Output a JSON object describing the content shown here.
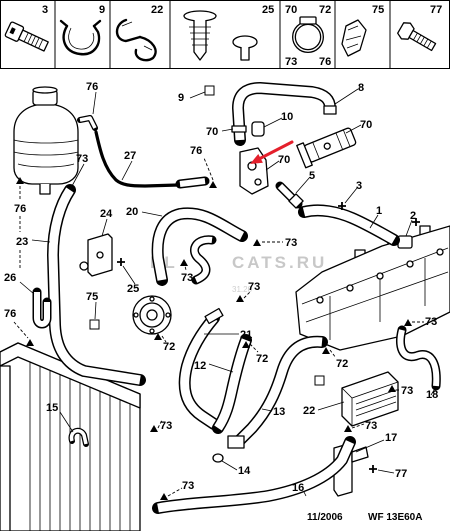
{
  "legend_strip": [
    {
      "labels": [
        "3"
      ],
      "icon": "socket-bolt-icon"
    },
    {
      "labels": [
        "9"
      ],
      "icon": "hose-clip-icon"
    },
    {
      "labels": [
        "22"
      ],
      "icon": "double-clip-icon"
    },
    {
      "labels": [
        "25"
      ],
      "icon": "push-rivet-icon"
    },
    {
      "labels": [
        "70",
        "72",
        "73",
        "76"
      ],
      "icon": "hose-clamp-icon"
    },
    {
      "labels": [
        "75"
      ],
      "icon": "spring-clip-icon"
    },
    {
      "labels": [
        "77"
      ],
      "icon": "screw-icon"
    }
  ],
  "callouts": [
    "76",
    "9",
    "8",
    "70",
    "10",
    "70",
    "73",
    "27",
    "76",
    "70",
    "5",
    "3",
    "1",
    "2",
    "76",
    "24",
    "20",
    "73",
    "23",
    "25",
    "73",
    "73",
    "26",
    "75",
    "76",
    "21",
    "73",
    "72",
    "72",
    "72",
    "12",
    "73",
    "18",
    "15",
    "13",
    "22",
    "73",
    "73",
    "17",
    "14",
    "16",
    "73",
    "77"
  ],
  "footer": {
    "date": "11/2006",
    "reference": "WF 13E60A"
  },
  "watermark": {
    "left": "PL",
    "right": "CATS.RU",
    "stamp": "31.20"
  },
  "colors": {
    "line": "#000000",
    "background": "#ffffff",
    "pointer_arrow": "#e4202c",
    "watermark": "#c8c8c8"
  }
}
